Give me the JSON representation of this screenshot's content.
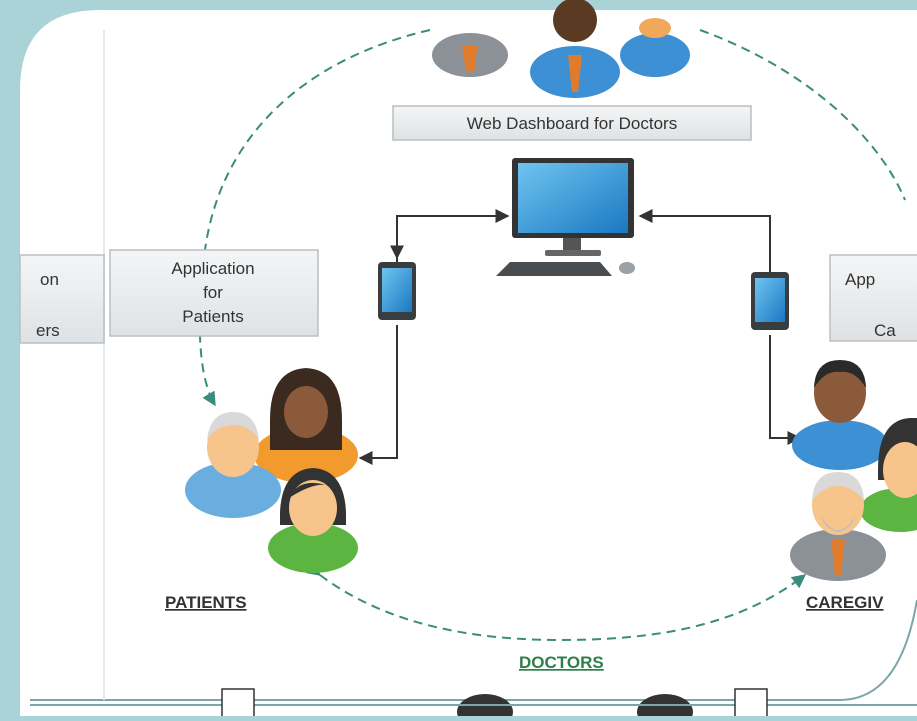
{
  "labels": {
    "top_box": "Web Dashboard for Doctors",
    "left_box_partial_line1": "on",
    "left_box_partial_line2": "ers",
    "patients_box_line1": "Application",
    "patients_box_line2": "for",
    "patients_box_line3": "Patients",
    "caregivers_box_line1": "App",
    "caregivers_box_line2": "Ca",
    "patients": "PATIENTS",
    "caregivers": "CAREGIV",
    "doctors": "DOCTORS"
  },
  "colors": {
    "background": "#a9d3d6",
    "slide": "#ffffff",
    "dashed_circle": "#3a8c7c",
    "doctors_label": "#2f7f4a",
    "box_fill": "#e9ebec",
    "box_border": "#b9bfc4",
    "arrow": "#333333"
  },
  "icons": [
    "people-icon",
    "computer-monitor-icon",
    "keyboard-icon",
    "mouse-icon",
    "tablet-icon"
  ]
}
